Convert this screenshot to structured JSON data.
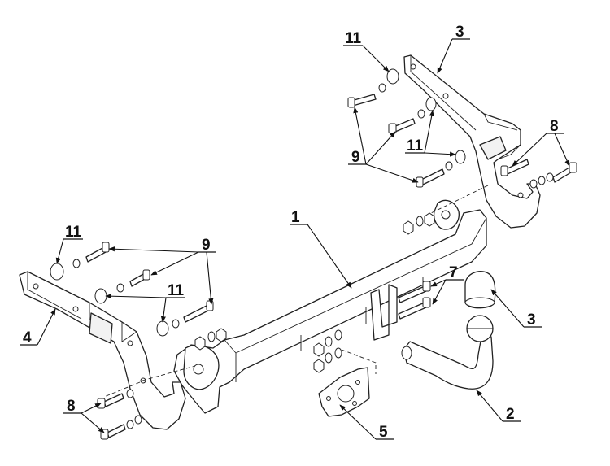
{
  "callouts": {
    "tow_bar_crossmember": "1",
    "tow_ball_neck": "2",
    "right_bracket": "3",
    "ball_cover": "3",
    "left_bracket": "4",
    "socket_plate": "5",
    "neck_bolts": "7",
    "right_bolts": "8",
    "left_bolts": "8",
    "right_bolt_set": "9",
    "left_bolt_set": "9",
    "right_top_washer": "11",
    "right_mid_washer": "11",
    "left_top_washer": "11",
    "left_mid_washer": "11"
  }
}
